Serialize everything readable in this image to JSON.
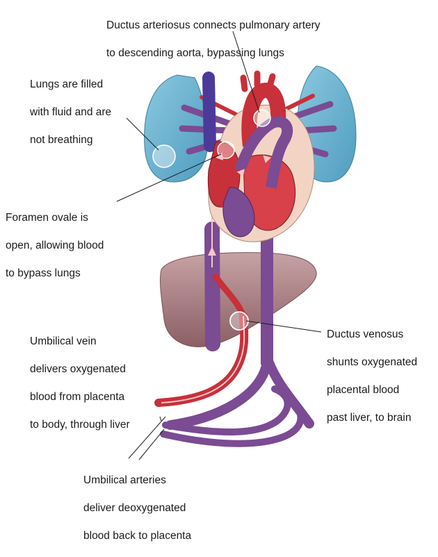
{
  "labels": {
    "ductus_arteriosus": [
      "Ductus arteriosus connects pulmonary artery",
      "to descending aorta, bypassing lungs"
    ],
    "lungs": [
      "Lungs are filled",
      "with fluid and are",
      "not breathing"
    ],
    "foramen_ovale": [
      "Foramen ovale is",
      "open, allowing blood",
      "to bypass lungs"
    ],
    "ductus_venosus": [
      "Ductus venosus",
      "shunts oxygenated",
      "placental blood",
      "past liver, to brain"
    ],
    "umbilical_vein": [
      "Umbilical vein",
      "delivers oxygenated",
      "blood from placenta",
      "to body, through liver"
    ],
    "umbilical_arteries": [
      "Umbilical arteries",
      "deliver deoxygenated",
      "blood back to placenta"
    ]
  },
  "colors": {
    "lung": "#6fb6d4",
    "oxygenated": "#c8303a",
    "deoxygenated": "#7b4b93",
    "heart_wall": "#f3d4c4",
    "liver": "#a3787c"
  }
}
